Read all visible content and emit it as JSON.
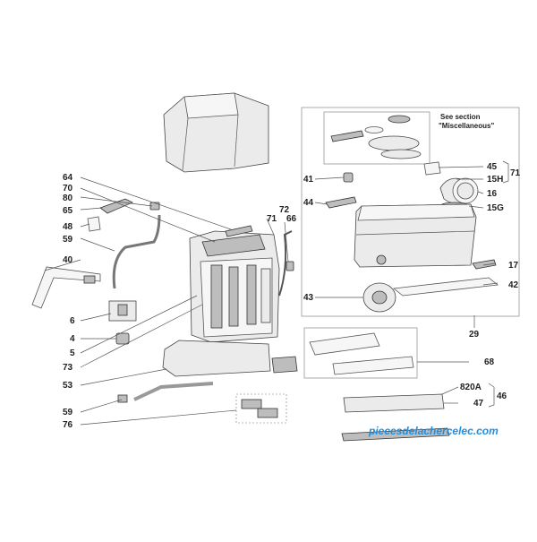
{
  "labels": {
    "l64": "64",
    "l70": "70",
    "l80": "80",
    "l65": "65",
    "l48": "48",
    "l59a": "59",
    "l40": "40",
    "l6": "6",
    "l4": "4",
    "l5": "5",
    "l73": "73",
    "l53": "53",
    "l59b": "59",
    "l76": "76",
    "l72": "72",
    "l71a": "71",
    "l66": "66",
    "l41": "41",
    "l44": "44",
    "l43": "43",
    "l45": "45",
    "l15h": "15H",
    "l71b": "71",
    "l16": "16",
    "l15g": "15G",
    "l17": "17",
    "l42": "42",
    "l29": "29",
    "l68": "68",
    "l820a": "820A",
    "l46": "46",
    "l47": "47"
  },
  "notes": {
    "see_section_1": "See section",
    "see_section_2": "\"Miscellaneous\""
  },
  "watermark": "piecesdelachercelec.com",
  "colors": {
    "watermark": "#1f8fe0",
    "line": "#444444",
    "part_fill": "#ebebeb"
  }
}
